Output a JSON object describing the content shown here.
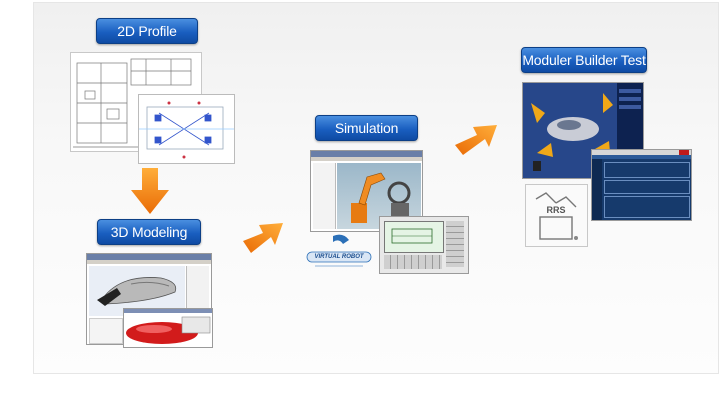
{
  "stages": {
    "profile": "2D Profile",
    "modeling": "3D Modeling",
    "simulation": "Simulation",
    "builder": "Moduler Builder Test"
  },
  "logos": {
    "virtual": "VIRTUAL ROBOT",
    "rrs": "RRS"
  },
  "colors": {
    "label_blue": "#1a5fc0",
    "arrow_orange": "#f07a10"
  }
}
